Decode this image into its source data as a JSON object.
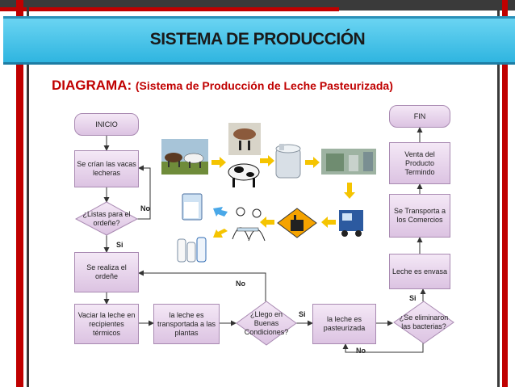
{
  "header": {
    "title": "SISTEMA DE PRODUCCIÓN"
  },
  "subtitle": {
    "label": "DIAGRAMA:",
    "text": "(Sistema de Producción de Leche Pasteurizada)"
  },
  "flow": {
    "inicio": "INICIO",
    "crian": "Se crían las vacas lecheras",
    "listas": "¿Listas para el ordeñe?",
    "realiza": "Se realiza el ordeñe",
    "vaciar": "Vaciar la leche en recipientes térmicos",
    "transportada": "la leche es transportada a las plantas",
    "llego": "¿Llego en Buenas Condiciones?",
    "pasteurizada": "la leche es pasteurizada",
    "eliminaron": "¿Se eliminaron las bacterias?",
    "envasa": "Leche es envasa",
    "transporta": "Se Transporta a los Comercios",
    "venta": "Venta del Producto Termindo",
    "fin": "FIN"
  },
  "edge_labels": {
    "no_listas": "No",
    "si_listas": "Si",
    "no_llego": "No",
    "si_llego": "Si",
    "si_elim": "Si",
    "no_elim": "No"
  },
  "colors": {
    "accent_red": "#c00000",
    "banner_blue": "#2fb5e0",
    "node_fill": "#dcc3e2",
    "arrow_yellow": "#f5c400",
    "arrow_blue": "#4aa8e8"
  },
  "pictures": [
    "cows-icon",
    "milking-icon",
    "cow-icon",
    "milk-tank-icon",
    "factory-icon",
    "truck-icon",
    "hazard-icon",
    "lab-workers-icon",
    "milk-jug-icon",
    "milk-bottles-icon"
  ]
}
